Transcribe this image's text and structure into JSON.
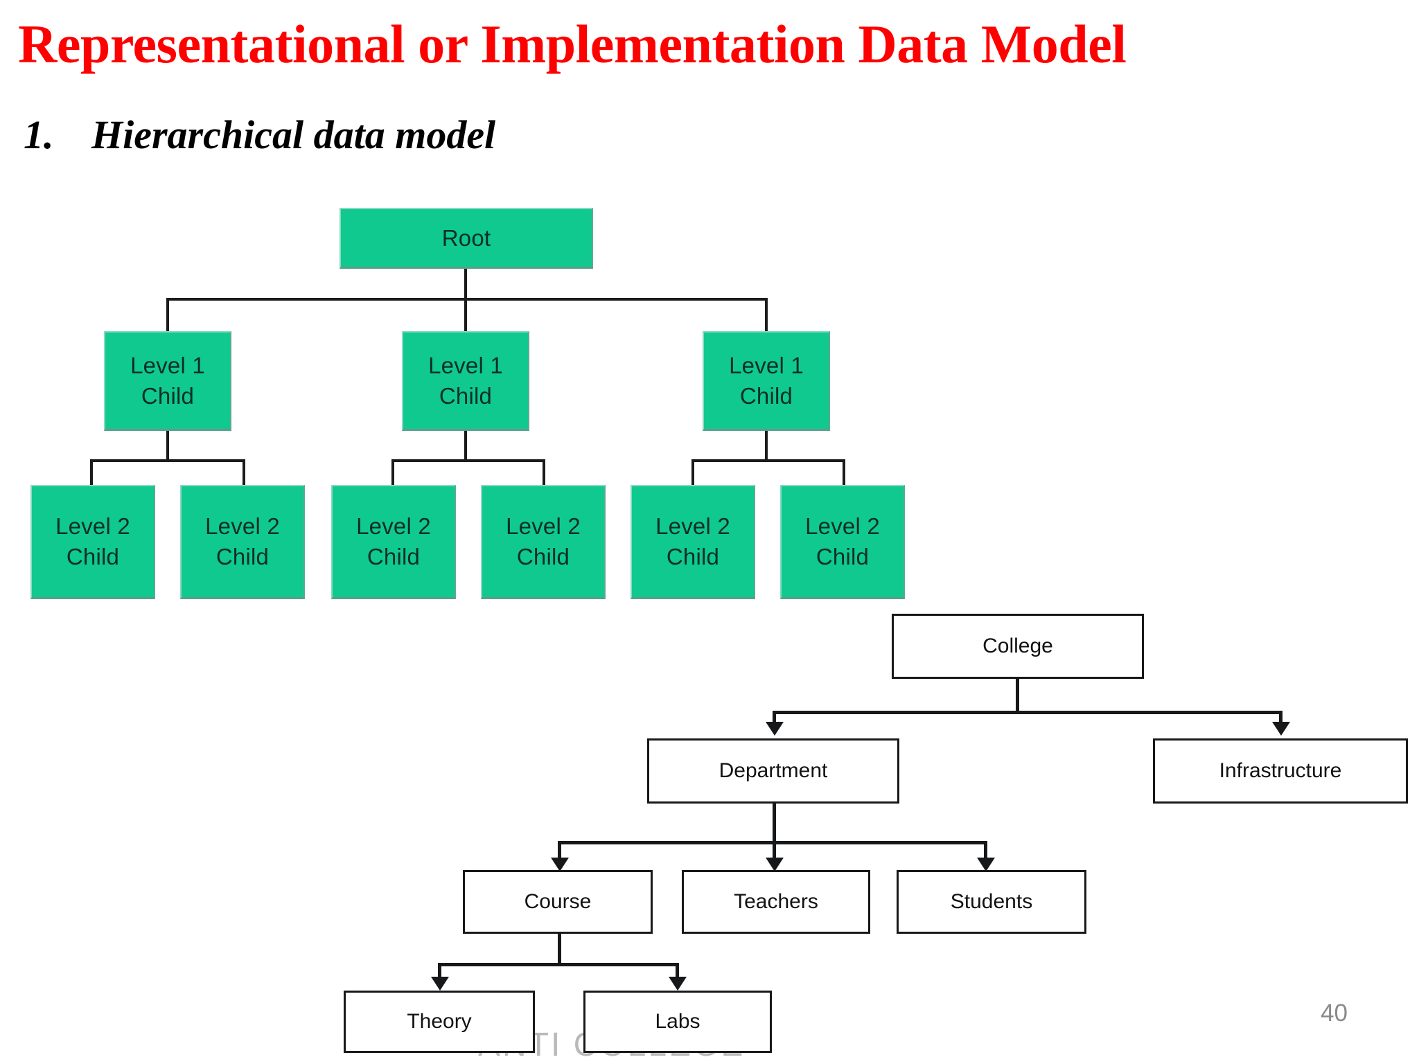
{
  "slide": {
    "title": "Representational or Implementation Data Model",
    "page_number": "40",
    "watermark": "ANTI COLLEGE",
    "title_color": "#FF0000"
  },
  "bullet": {
    "number": "1.",
    "text": "Hierarchical data model"
  },
  "figure_generic_tree": {
    "node_fill_color": "#10C98F",
    "nodes": {
      "root": "Root",
      "level1": [
        "Level 1\nChild",
        "Level 1\nChild",
        "Level 1\nChild"
      ],
      "level2": [
        "Level 2\nChild",
        "Level 2\nChild",
        "Level 2\nChild",
        "Level 2\nChild",
        "Level 2\nChild",
        "Level 2\nChild"
      ]
    },
    "labels": {
      "root": "Root",
      "level1_line1": "Level 1",
      "level1_line2": "Child",
      "level2_line1": "Level 2",
      "level2_line2": "Child"
    }
  },
  "figure_college_tree": {
    "nodes": {
      "college": "College",
      "department": "Department",
      "infrastructure": "Infrastructure",
      "course": "Course",
      "teachers": "Teachers",
      "students": "Students",
      "theory": "Theory",
      "labs": "Labs"
    },
    "edges": [
      [
        "College",
        "Department"
      ],
      [
        "College",
        "Infrastructure"
      ],
      [
        "Department",
        "Course"
      ],
      [
        "Department",
        "Teachers"
      ],
      [
        "Department",
        "Students"
      ],
      [
        "Course",
        "Theory"
      ],
      [
        "Course",
        "Labs"
      ]
    ]
  }
}
